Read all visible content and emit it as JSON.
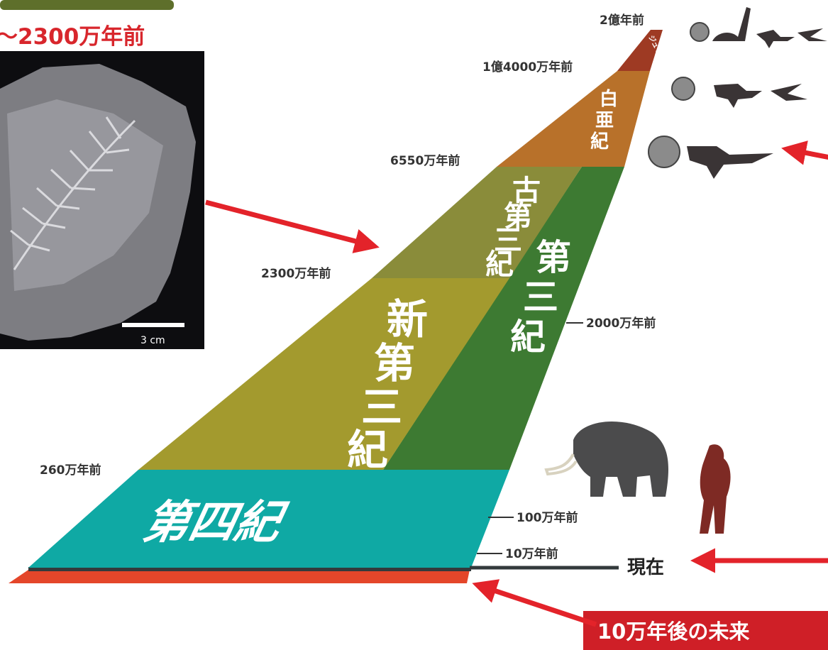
{
  "photo": {
    "title": "〜2300万年前",
    "scale_label": "3 cm"
  },
  "time_labels": {
    "t200m": "2億年前",
    "t140m": "1億4000万年前",
    "t65m": "6550万年前",
    "t23m": "2300万年前",
    "t20m": "2000万年前",
    "t2_6m": "260万年前",
    "t1m": "100万年前",
    "t100k": "10万年前",
    "present": "現在"
  },
  "periods": {
    "jurassic": "ジュラ紀",
    "cretaceous": [
      "白",
      "亜",
      "紀"
    ],
    "paleogene": [
      "古",
      "第",
      "三",
      "紀"
    ],
    "tertiary": [
      "第",
      "三",
      "紀"
    ],
    "neogene": [
      "新",
      "第",
      "三",
      "紀"
    ],
    "quaternary": "第四紀"
  },
  "future_box": {
    "label": "10万年後の未来"
  },
  "colors": {
    "quaternary": "#0fa9a4",
    "neogene": "#a39a2e",
    "paleogene": "#8a8c3a",
    "tertiary": "#3d7a32",
    "cretaceous": "#b8712a",
    "jurassic": "#9e3a23",
    "future": "#e4462a",
    "arrow": "#e3232a",
    "header_green": "#5e6f2b"
  },
  "icons": [
    "fern-fossil-photo",
    "ammonite-icon",
    "brachiosaurus-icon",
    "raptor-icon",
    "pterosaur-icon",
    "tyrannosaurus-icon",
    "elephant-icon",
    "early-human-icon"
  ]
}
